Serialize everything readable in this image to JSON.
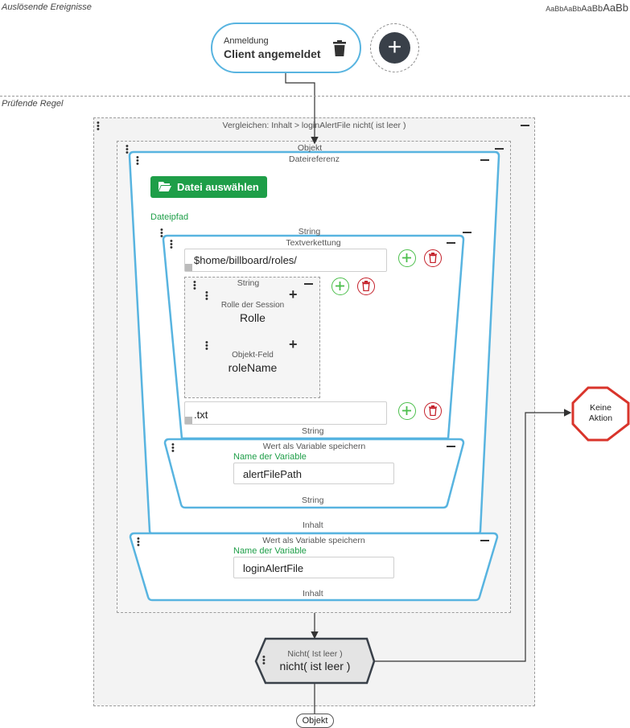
{
  "header": {
    "section_trigger": "Auslösende Ereignisse",
    "font_samples": [
      "AaBb",
      "AaBb",
      "AaBb",
      "AaBb"
    ],
    "section_rule": "Prüfende Regel"
  },
  "trigger": {
    "subtitle": "Anmeldung",
    "title": "Client angemeldet",
    "add_symbol": "+"
  },
  "compare": {
    "title": "Vergleichen: Inhalt > loginAlertFile nicht( ist leer )"
  },
  "object_block": {
    "title": "Objekt",
    "file_ref": {
      "title": "Dateireferenz",
      "choose_button": "Datei auswählen",
      "path_label": "Dateipfad"
    },
    "string_block": {
      "title": "String",
      "concat": {
        "title": "Textverkettung",
        "input1": "$home/billboard/roles/",
        "inner_string": {
          "title": "String",
          "session_role": {
            "subtitle": "Rolle der Session",
            "value": "Rolle"
          },
          "object_field": {
            "subtitle": "Objekt-Feld",
            "value": "roleName"
          }
        },
        "input2": ".txt",
        "type_label": "String"
      },
      "save_var": {
        "title": "Wert als Variable speichern",
        "var_label": "Name der Variable",
        "var_value": "alertFilePath",
        "footer": "String"
      }
    },
    "inhalt_label": "Inhalt",
    "save_var2": {
      "title": "Wert als Variable speichern",
      "var_label": "Name der Variable",
      "var_value": "loginAlertFile",
      "footer": "Inhalt"
    }
  },
  "not_node": {
    "subtitle": "Nicht( Ist leer )",
    "title": "nicht( ist leer )"
  },
  "no_action": {
    "line1": "Keine",
    "line2": "Aktion"
  },
  "output_label": "Objekt",
  "colors": {
    "accent_blue": "#58b4e0",
    "green": "#1e9e48",
    "red": "#c4202a",
    "dark": "#394049"
  }
}
